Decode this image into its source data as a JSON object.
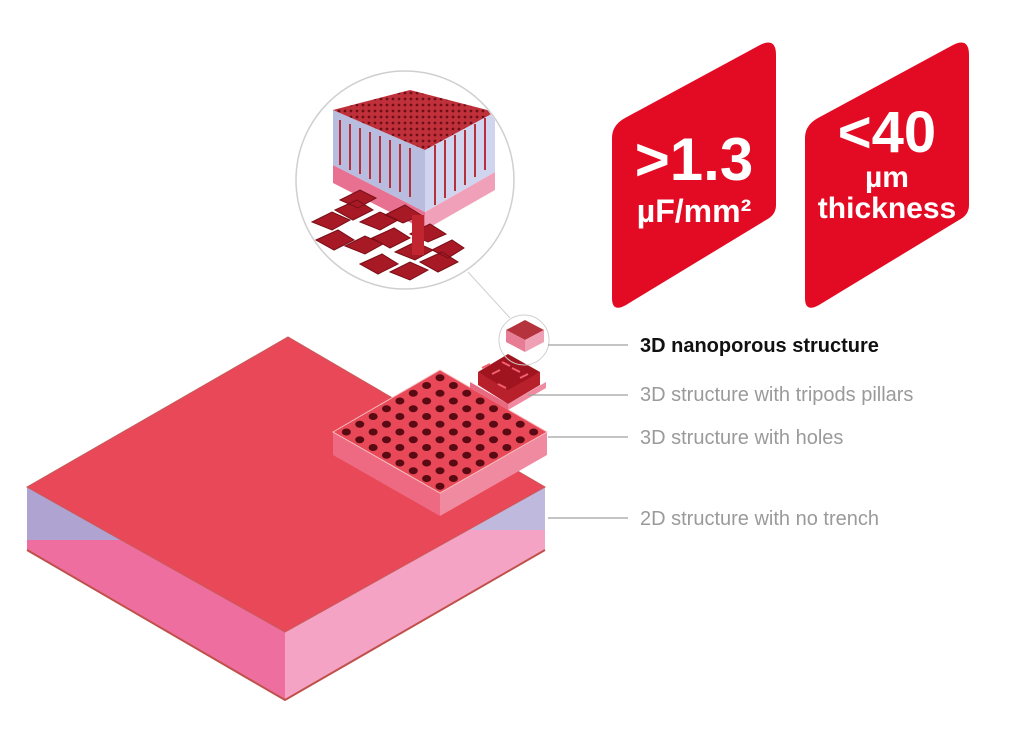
{
  "badges": [
    {
      "value": ">1.3",
      "unit": "µF/mm²"
    },
    {
      "value": "<40",
      "unit": "µm",
      "unit2": "thickness"
    }
  ],
  "labels": [
    {
      "text": "3D nanoporous structure",
      "emphasis": true
    },
    {
      "text": "3D structure with tripods pillars",
      "emphasis": false
    },
    {
      "text": "3D structure with holes",
      "emphasis": false
    },
    {
      "text": "2D structure with no trench",
      "emphasis": false
    }
  ],
  "colors": {
    "badge": "#e30b23",
    "slab_top": "#e84857",
    "side_dark": "#ee6ea0",
    "side_light": "#f4a3c4",
    "blue": "#b3b5dc",
    "label_gray": "#9a9a9a"
  }
}
